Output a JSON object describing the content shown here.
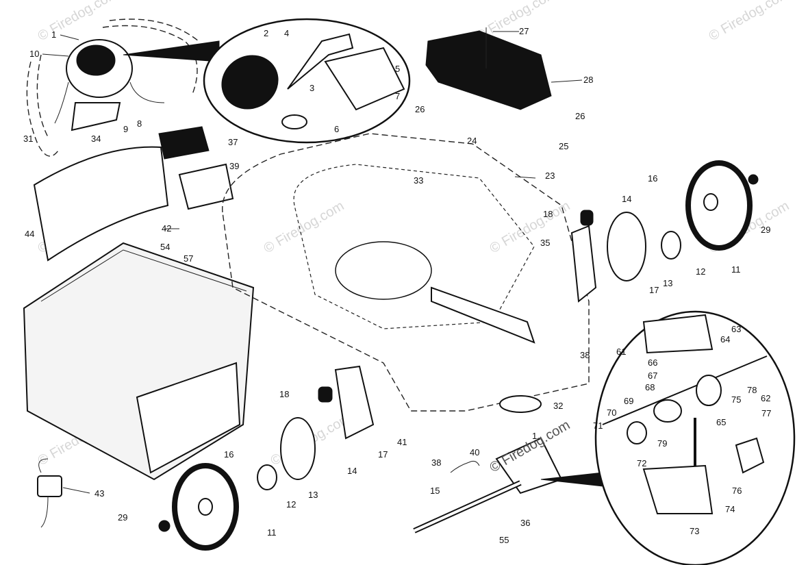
{
  "watermark": {
    "text": "© Firedog.com",
    "center_text": "Firedog.com"
  },
  "callouts": [
    {
      "id": "1",
      "label": "1"
    },
    {
      "id": "2",
      "label": "2"
    },
    {
      "id": "3",
      "label": "3"
    },
    {
      "id": "4",
      "label": "4"
    },
    {
      "id": "5",
      "label": "5"
    },
    {
      "id": "6",
      "label": "6"
    },
    {
      "id": "7",
      "label": "7"
    },
    {
      "id": "8",
      "label": "8"
    },
    {
      "id": "9",
      "label": "9"
    },
    {
      "id": "10",
      "label": "10"
    },
    {
      "id": "11a",
      "label": "11"
    },
    {
      "id": "11b",
      "label": "11"
    },
    {
      "id": "12a",
      "label": "12"
    },
    {
      "id": "12b",
      "label": "12"
    },
    {
      "id": "13a",
      "label": "13"
    },
    {
      "id": "13b",
      "label": "13"
    },
    {
      "id": "14a",
      "label": "14"
    },
    {
      "id": "14b",
      "label": "14"
    },
    {
      "id": "15",
      "label": "15"
    },
    {
      "id": "16a",
      "label": "16"
    },
    {
      "id": "16b",
      "label": "16"
    },
    {
      "id": "17a",
      "label": "17"
    },
    {
      "id": "17b",
      "label": "17"
    },
    {
      "id": "18a",
      "label": "18"
    },
    {
      "id": "18b",
      "label": "18"
    },
    {
      "id": "23",
      "label": "23"
    },
    {
      "id": "24",
      "label": "24"
    },
    {
      "id": "25",
      "label": "25"
    },
    {
      "id": "26a",
      "label": "26"
    },
    {
      "id": "26b",
      "label": "26"
    },
    {
      "id": "27",
      "label": "27"
    },
    {
      "id": "28",
      "label": "28"
    },
    {
      "id": "29a",
      "label": "29"
    },
    {
      "id": "29b",
      "label": "29"
    },
    {
      "id": "31",
      "label": "31"
    },
    {
      "id": "32",
      "label": "32"
    },
    {
      "id": "33",
      "label": "33"
    },
    {
      "id": "34",
      "label": "34"
    },
    {
      "id": "35",
      "label": "35"
    },
    {
      "id": "36",
      "label": "36"
    },
    {
      "id": "37",
      "label": "37"
    },
    {
      "id": "38a",
      "label": "38"
    },
    {
      "id": "38b",
      "label": "38"
    },
    {
      "id": "39",
      "label": "39"
    },
    {
      "id": "40",
      "label": "40"
    },
    {
      "id": "41",
      "label": "41"
    },
    {
      "id": "42",
      "label": "42"
    },
    {
      "id": "43",
      "label": "43"
    },
    {
      "id": "44",
      "label": "44"
    },
    {
      "id": "54",
      "label": "54"
    },
    {
      "id": "55",
      "label": "55"
    },
    {
      "id": "57",
      "label": "57"
    },
    {
      "id": "61",
      "label": "61"
    },
    {
      "id": "62",
      "label": "62"
    },
    {
      "id": "63",
      "label": "63"
    },
    {
      "id": "64",
      "label": "64"
    },
    {
      "id": "65",
      "label": "65"
    },
    {
      "id": "66",
      "label": "66"
    },
    {
      "id": "67",
      "label": "67"
    },
    {
      "id": "68",
      "label": "68"
    },
    {
      "id": "69",
      "label": "69"
    },
    {
      "id": "70",
      "label": "70"
    },
    {
      "id": "71",
      "label": "71"
    },
    {
      "id": "72",
      "label": "72"
    },
    {
      "id": "73",
      "label": "73"
    },
    {
      "id": "74",
      "label": "74"
    },
    {
      "id": "75",
      "label": "75"
    },
    {
      "id": "76",
      "label": "76"
    },
    {
      "id": "77",
      "label": "77"
    },
    {
      "id": "78",
      "label": "78"
    },
    {
      "id": "79",
      "label": "79"
    },
    {
      "id": "1b",
      "label": "1"
    }
  ]
}
